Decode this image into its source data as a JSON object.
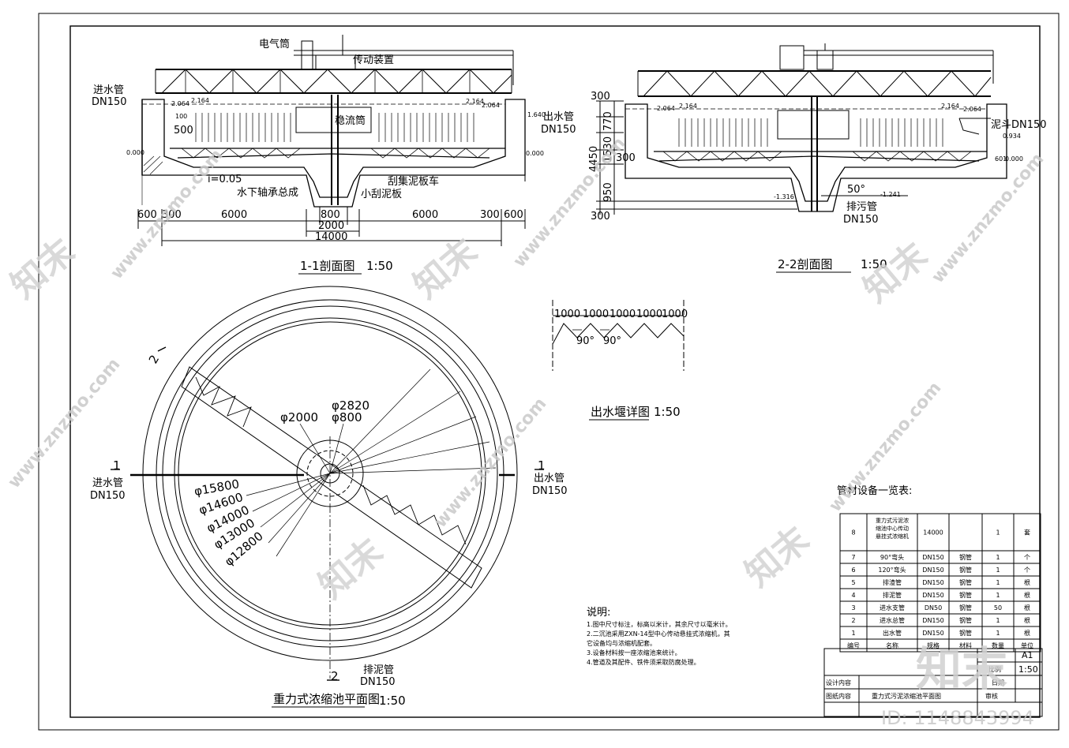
{
  "section_1": {
    "title": "1-1剖面图",
    "scale": "1:50",
    "labels": {
      "electric": "电气筒",
      "drive": "传动装置",
      "inlet": "进水管",
      "inlet_dn": "DN150",
      "outlet": "出水管",
      "outlet_dn": "DN150",
      "stilling": "稳流筒",
      "bearing": "水下轴承总成",
      "scraper_car": "刮集泥板车",
      "small_scraper": "小刮泥板",
      "slope": "i=0.05",
      "lvl_a": "2.064",
      "lvl_b": "2.164",
      "lvl_c": "1.640",
      "lvl_d": "0.000",
      "lvl_e": "0.000",
      "lvl_f": "2.164",
      "lvl_g": "2.064",
      "d500": "500",
      "d100": "100"
    },
    "dims": [
      "600",
      "300",
      "6000",
      "800",
      "6000",
      "300",
      "600",
      "2000",
      "14000"
    ]
  },
  "section_2": {
    "title": "2-2剖面图",
    "scale": "1:50",
    "labels": {
      "hopper": "泥斗DN150",
      "drain": "排污管",
      "drain_dn": "DN150",
      "angle": "50°",
      "lvl_a": "2.064",
      "lvl_b": "2.164",
      "lvl_c": "2.164",
      "lvl_d": "2.064",
      "lvl_e": "0.934",
      "lvl_f": "0.000",
      "lvl_g": "-1.316",
      "lvl_h": "-1.241",
      "lvl_i": "601"
    },
    "vdims": [
      "300",
      "770",
      "1530",
      "300",
      "950",
      "300",
      "4450"
    ]
  },
  "weir": {
    "title": "出水堰详图",
    "scale": "1:50",
    "dims": [
      "1000",
      "1000",
      "1000",
      "1000",
      "1000"
    ],
    "angles": [
      "90°",
      "90°"
    ]
  },
  "plan": {
    "title": "重力式浓缩池平面图",
    "scale": "1:50",
    "diameters": [
      "φ2820",
      "φ2000",
      "φ800",
      "φ15800",
      "φ14600",
      "φ14000",
      "φ13000",
      "φ12800"
    ],
    "section_marks": [
      "1",
      "1",
      "2",
      "2"
    ],
    "inlet": "进水管",
    "inlet_dn": "DN150",
    "outlet": "出水管",
    "outlet_dn": "DN150",
    "sludge": "排泥管",
    "sludge_dn": "DN150"
  },
  "notes": {
    "heading": "说明:",
    "lines": [
      "1.图中尺寸标注，标高以米计，其余尺寸以毫米计。",
      "2.二沉池采用ZXN-14型中心传动悬挂式浓缩机，其",
      "它设备均与浓缩机配套。",
      "3.设备材料按一座浓缩池来统计。",
      "4.管道及其配件、铁件须采取防腐处理。"
    ]
  },
  "materials": {
    "title": "管材设备一览表:",
    "headers": [
      "编号",
      "名称",
      "规格",
      "材料",
      "数量",
      "单位"
    ],
    "rows": [
      [
        "8",
        "重力式污泥浓缩池中心传动悬挂式浓缩机",
        "14000",
        "",
        "1",
        "套"
      ],
      [
        "7",
        "90°弯头",
        "DN150",
        "钢管",
        "1",
        "个"
      ],
      [
        "6",
        "120°弯头",
        "DN150",
        "钢管",
        "1",
        "个"
      ],
      [
        "5",
        "排渣管",
        "DN150",
        "钢管",
        "1",
        "根"
      ],
      [
        "4",
        "排泥管",
        "DN150",
        "钢管",
        "1",
        "根"
      ],
      [
        "3",
        "进水支管",
        "DN50",
        "钢管",
        "50",
        "根"
      ],
      [
        "2",
        "进水总管",
        "DN150",
        "钢管",
        "1",
        "根"
      ],
      [
        "1",
        "出水管",
        "DN150",
        "钢管",
        "1",
        "根"
      ]
    ]
  },
  "title_block": {
    "design_label": "设计内容",
    "drawing_label": "图纸内容",
    "drawing_value": "重力式污泥浓缩池平面图",
    "sheet_size": "A1",
    "scale_label": "比例",
    "scale_value": "1:50",
    "date_label": "日期",
    "review_label": "审核"
  },
  "watermark": {
    "brand": "知末",
    "site": "www.znzmo.com",
    "id": "ID: 1148843994"
  }
}
